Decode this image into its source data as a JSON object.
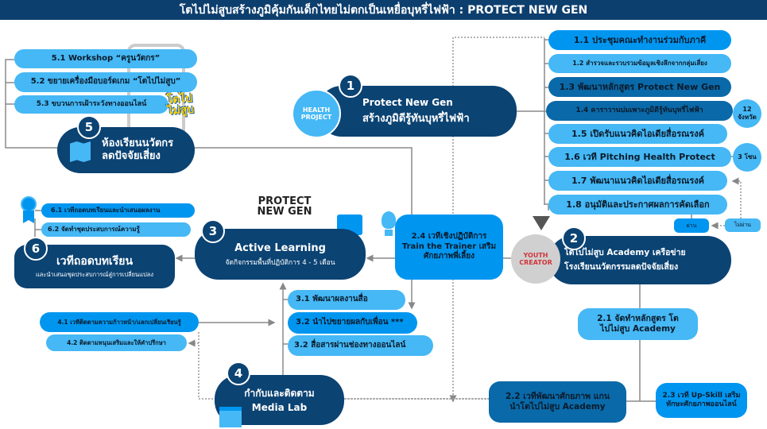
{
  "title": "โตไปไม่สูบสร้างภูมิคุ้มกันเด็กไทยไม่ตกเป็นเหยื่อบุหรี่ไฟฟ้า : PROTECT NEW GEN",
  "colors": {
    "navy": "#0b4373",
    "blue": "#0096f0",
    "light": "#45b8f5",
    "mid": "#0a69a8"
  },
  "node1": {
    "num": "1",
    "line1": "Protect New Gen",
    "line2": "สร้างภูมิดีรู้ทันบุหรี่ไฟฟ้า",
    "logo": "HEALTH PROJECT",
    "items": [
      "1.1 ประชุมคณะทำงานร่วมกับภาคี",
      "1.2 สำรวจและรวบรวมข้อมูลเชิงลึกจากกลุ่มเสี่ยง",
      "1.3 พัฒนาหลักสูตร Protect New Gen",
      "1.4 คาราวานบ่มเพาะภูมิดีรู้ทันบุหรี่ไฟฟ้า",
      "1.5 เปิดรับแนวคิดไอเดียสื่อรณรงค์",
      "1.6 เวที Pitching Health Protect",
      "1.7 พัฒนาแนวคิดไอเดียสื่อรณรงค์",
      "1.8 อนุมัติและประกาศผลการคัดเลือก"
    ],
    "provinces": "12 จังหวัด",
    "zones": "3 โซน",
    "pass": "ผ่าน",
    "fail": "ไม่ผ่าน"
  },
  "node2": {
    "num": "2",
    "line1": "โตไปไม่สูบ Academy เครือข่าย",
    "line2": "โรงเรียนนวัตกรรมลดปัจจัยเสี่ยง",
    "logo": "YOUTH CREATOR",
    "i21": "2.1 จัดทำหลักสูตร โตไปไม่สูบ Academy",
    "i22": "2.2 เวทีพัฒนาศักยภาพ แกนนำโตไปไม่สูบ Academy",
    "i23": "2.3 เวที Up-Skill เสริมทักษะศักยภาพออนไลน์",
    "i24": "2.4 เวทีเชิงปฏิบัติการ Train the Trainer เสริมศักยภาพพี่เลี้ยง"
  },
  "node3": {
    "num": "3",
    "line1": "Active Learning",
    "line2": "จัดกิจกรรมพื้นที่ปฏิบัติการ 4 - 5 เดือน",
    "logo": "PROTECT NEW GEN",
    "items": [
      "3.1 พัฒนาผลงานสื่อ",
      "3.2 นำไปขยายผลกับเพื่อน ***",
      "3.2 สื่อสารผ่านช่องทางออนไลน์"
    ]
  },
  "node4": {
    "num": "4",
    "line1": "กำกับและติดตาม",
    "line2": "Media Lab",
    "items": [
      "4.1 เวทีติดตามความก้าวหน้า/แลกเปลี่ยนเรียนรู้",
      "4.2 ติดตามหนุนเสริมและให้คำปรึกษา"
    ]
  },
  "node5": {
    "num": "5",
    "line1": "ห้องเรียนนวัตกร",
    "line2": "ลดปัจจัยเสี่ยง",
    "logo": "โตไป ไม่สูบ",
    "items": [
      "5.1 Workshop “ครูนวัตกร”",
      "5.2 ขยายเครื่องมือบอร์ดเกม “โตไปไม่สูบ”",
      "5.3 ขบวนการเฝ้าระวังทางออนไลน์"
    ]
  },
  "node6": {
    "num": "6",
    "line1": "เวทีถอดบทเรียน",
    "line2": "และนำเสนอชุดประสบการณ์สู่การเปลี่ยนแปลง",
    "items": [
      "6.1 เวทีถอดบทเรียนและนำเสนอผลงาน",
      "6.2 จัดทำชุดประสบการณ์ความรู้"
    ]
  }
}
